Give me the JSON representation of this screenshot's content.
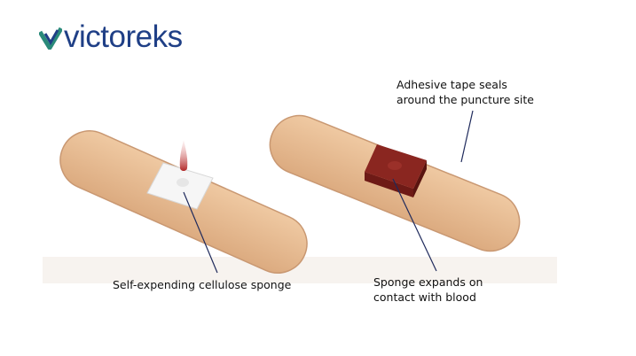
{
  "brand": {
    "name": "victoreks",
    "color": "#1f3f86",
    "accent": "#2a8a7a"
  },
  "labels": {
    "sponge": "Self-expending cellulose sponge",
    "tape_line1": "Adhesive tape seals",
    "tape_line2": "around the puncture site",
    "expand_line1": "Sponge expands on",
    "expand_line2": "contact with blood"
  },
  "colors": {
    "bandage": "#e8bd93",
    "bandage_edge": "#c99872",
    "pad_dry": "#f4f4f4",
    "pad_wet": "#8a2620",
    "blood": "#b22a2a",
    "leader_line": "#1f2a5c"
  }
}
